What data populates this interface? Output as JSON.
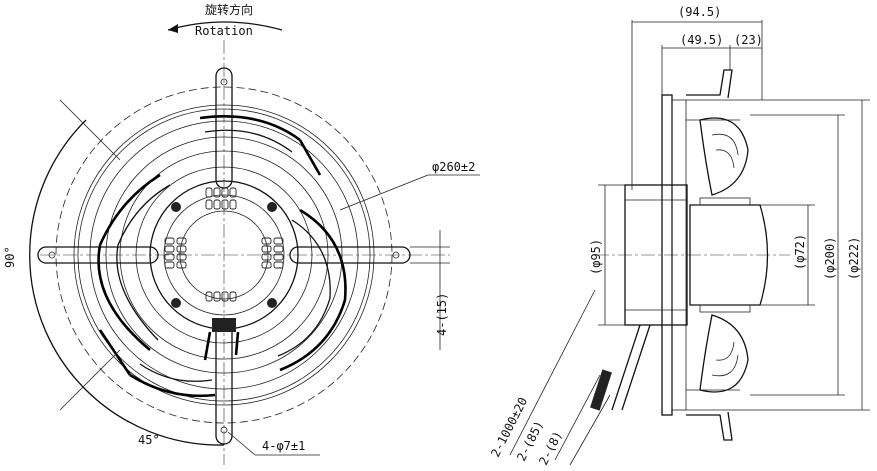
{
  "front_view": {
    "rotation_cn": "旋转方向",
    "rotation_en": "Rotation",
    "outer_diameter": "φ260±2",
    "angle_90": "90°",
    "angle_45": "45°",
    "slot_label": "4-(15)",
    "holes_label": "4-φ7±1"
  },
  "side_view": {
    "overall_depth": "(94.5)",
    "depth_b": "(49.5)",
    "depth_c": "(23)",
    "motor_dia": "(φ95)",
    "hub_dia": "(φ72)",
    "impeller_dia": "(φ200)",
    "guard_dia": "(φ222)",
    "cable_total": "2-1000±20",
    "cable_a": "2-(85)",
    "cable_b": "2-(8)"
  }
}
